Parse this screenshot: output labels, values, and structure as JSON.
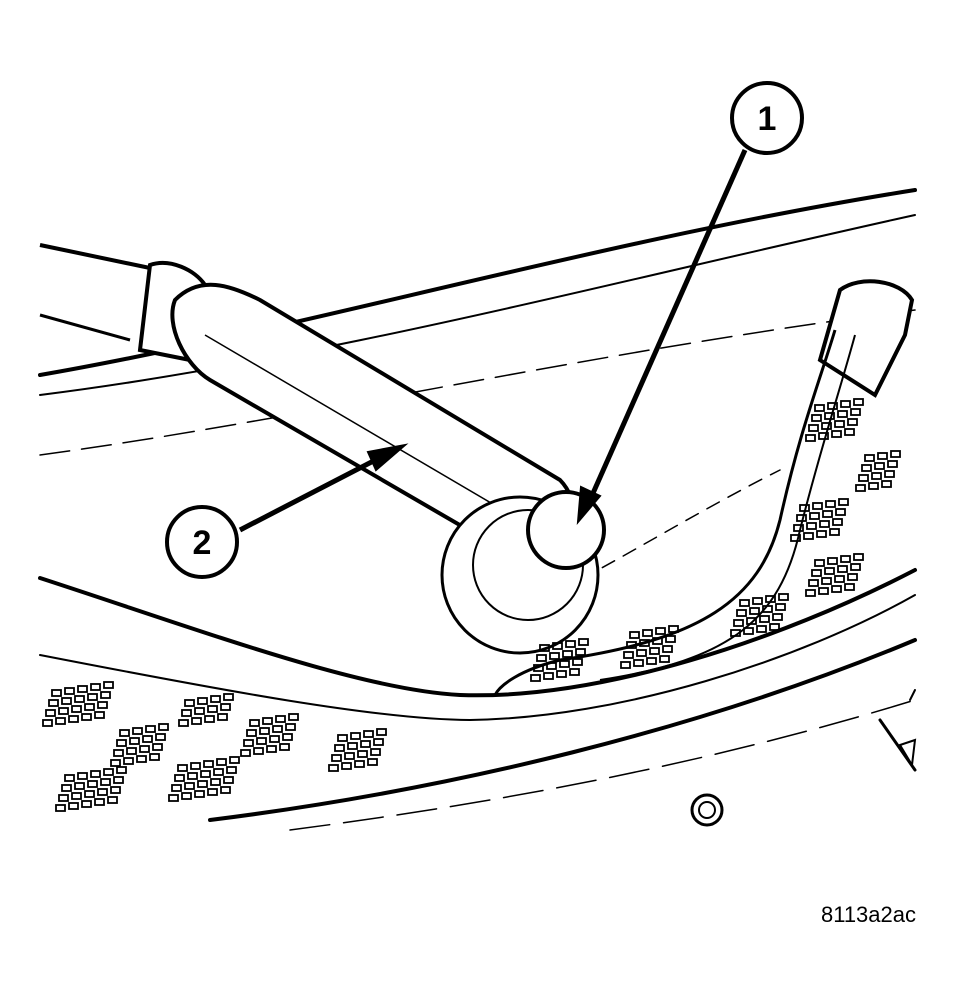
{
  "callouts": [
    {
      "number": "1"
    },
    {
      "number": "2"
    }
  ],
  "figure_code": "8113a2ac",
  "colors": {
    "ink": "#000000",
    "paper": "#ffffff"
  }
}
